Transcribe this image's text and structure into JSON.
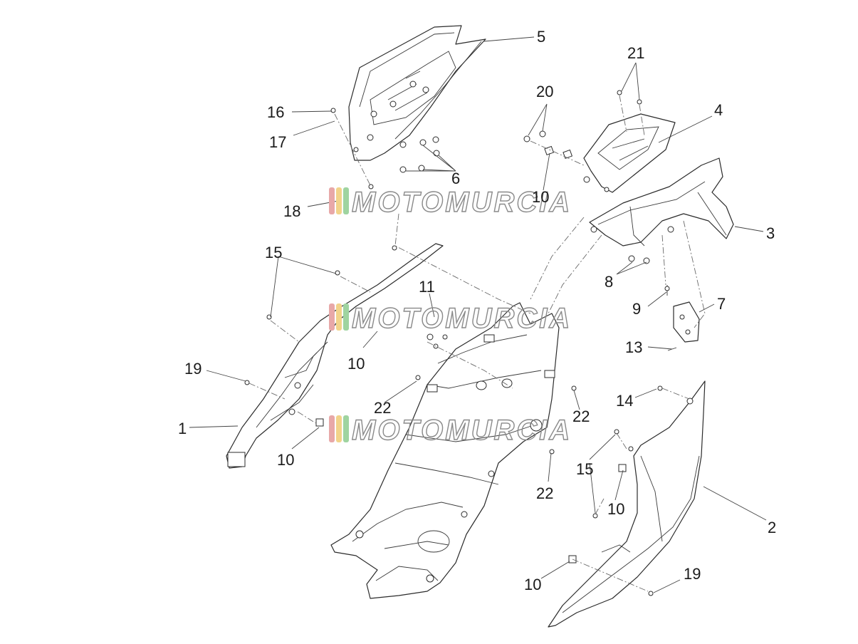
{
  "watermark": {
    "text": "MOTOMURCIA",
    "stripe_colors": [
      "#e8a8a8",
      "#f2d38a",
      "#9fd4a0"
    ]
  },
  "callouts": {
    "c1": "1",
    "c2": "2",
    "c3": "3",
    "c4": "4",
    "c5": "5",
    "c6": "6",
    "c7": "7",
    "c8": "8",
    "c9": "9",
    "c10a": "10",
    "c10b": "10",
    "c10c": "10",
    "c10d": "10",
    "c10e": "10",
    "c11": "11",
    "c13": "13",
    "c14": "14",
    "c15a": "15",
    "c15b": "15",
    "c16": "16",
    "c17": "17",
    "c18": "18",
    "c19a": "19",
    "c19b": "19",
    "c20": "20",
    "c21": "21",
    "c22a": "22",
    "c22b": "22",
    "c22c": "22"
  }
}
